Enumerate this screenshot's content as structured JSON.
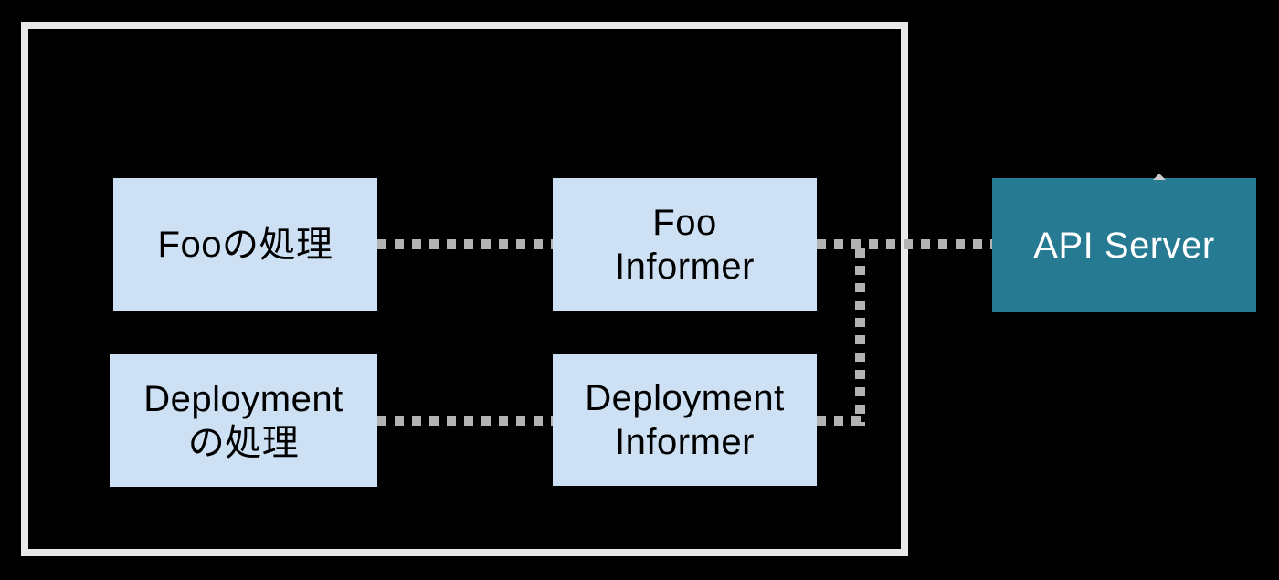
{
  "diagram": {
    "title": "custom-controller-informer-diagram",
    "colors": {
      "background": "#000000",
      "frame_border": "#e8e8e8",
      "node_fill_light": "#cde0f4",
      "node_fill_accent": "#267b93",
      "node_text_dark": "#000000",
      "node_text_light": "#ffffff",
      "connector_dot": "#b3b3b3",
      "arrowhead": "#cccccc"
    },
    "nodes": [
      {
        "id": "foo-process",
        "lines": [
          "Fooの処理"
        ],
        "fill": "#cde0f4",
        "text_color": "#000000"
      },
      {
        "id": "foo-informer",
        "lines": [
          "Foo",
          "Informer"
        ],
        "fill": "#cde0f4",
        "text_color": "#000000"
      },
      {
        "id": "deployment-process",
        "lines": [
          "Deployment",
          "の処理"
        ],
        "fill": "#cde0f4",
        "text_color": "#000000"
      },
      {
        "id": "deployment-informer",
        "lines": [
          "Deployment",
          "Informer"
        ],
        "fill": "#cde0f4",
        "text_color": "#000000"
      },
      {
        "id": "api-server",
        "lines": [
          "API Server"
        ],
        "fill": "#267b93",
        "text_color": "#ffffff"
      }
    ],
    "connectors": [
      {
        "from": "foo-process",
        "to": "foo-informer",
        "style": "dotted"
      },
      {
        "from": "deployment-process",
        "to": "deployment-informer",
        "style": "dotted"
      },
      {
        "from": "foo-informer",
        "to": "api-server",
        "style": "dotted"
      },
      {
        "from": "deployment-informer",
        "to": "api-server",
        "style": "dotted-elbow"
      }
    ],
    "icons": [
      {
        "name": "arrow-up-icon",
        "location": "top-edge-of-api-server"
      }
    ]
  }
}
